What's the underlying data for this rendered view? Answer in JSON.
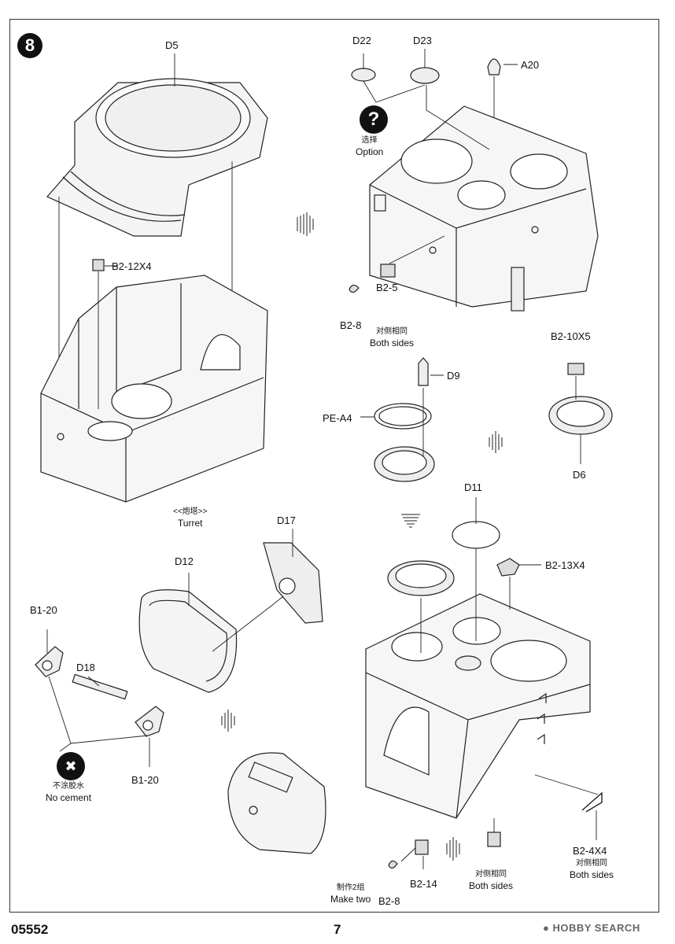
{
  "step_number": "8",
  "labels": {
    "d5": "D5",
    "b2_12x4": "B2-12X4",
    "turret_cn": "<<炮塔>>",
    "turret_en": "Turret",
    "d22": "D22",
    "d23": "D23",
    "a20": "A20",
    "option_cn": "选择",
    "option_en": "Option",
    "option_icon": "?",
    "b2_5": "B2-5",
    "b2_8_top": "B2-8",
    "both_sides_cn_1": "对侧相同",
    "both_sides_en_1": "Both sides",
    "d9": "D9",
    "pe_a4": "PE-A4",
    "b2_10x5": "B2-10X5",
    "d6": "D6",
    "d17": "D17",
    "d12": "D12",
    "b1_20_left": "B1-20",
    "d18": "D18",
    "b1_20_bottom": "B1-20",
    "no_cement_cn": "不涂胶水",
    "no_cement_en": "No cement",
    "d11": "D11",
    "b2_13x4": "B2-13X4",
    "b2_4x4": "B2-4X4",
    "both_sides_cn_3": "对侧相同",
    "both_sides_en_3": "Both sides",
    "b2_14": "B2-14",
    "both_sides_cn_2": "对侧相同",
    "both_sides_en_2": "Both sides",
    "make_two_cn": "制作2组",
    "make_two_en": "Make two",
    "b2_8_bottom": "B2-8"
  },
  "footer": {
    "kit_number": "05552",
    "page_number": "7",
    "watermark": "HOBBY SEARCH"
  },
  "icons": {
    "option": "question-icon",
    "no_cement": "no-glue-icon"
  }
}
